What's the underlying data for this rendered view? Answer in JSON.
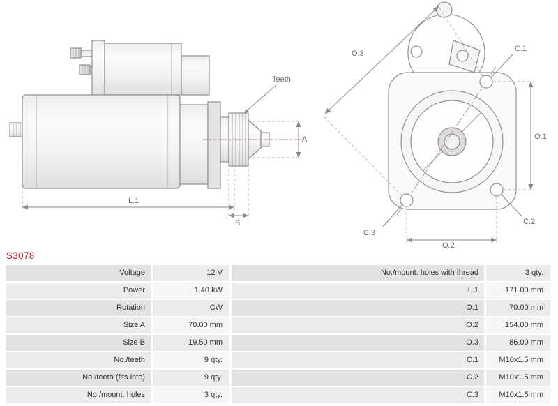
{
  "part_number": "S3078",
  "colors": {
    "accent_red": "#cf2030",
    "drawing_line_gray": "#8f8f8f",
    "dimension_text_gray": "#6a6a6a",
    "row_label_dark": "#e2e2e2",
    "row_value_dark": "#ebebeb",
    "row_label_light": "#ececec",
    "row_value_light": "#f6f6f6"
  },
  "drawing": {
    "labels": {
      "teeth": "Teeth",
      "dim_a": "A",
      "dim_l1": "L.1",
      "dim_b": "B",
      "dim_o1": "O.1",
      "dim_o2": "O.2",
      "dim_o3": "O.3",
      "dim_c1": "C.1",
      "dim_c2": "C.2",
      "dim_c3": "C.3"
    }
  },
  "spec_table": {
    "left": [
      {
        "label": "Voltage",
        "value": "12 V"
      },
      {
        "label": "Power",
        "value": "1.40 kW"
      },
      {
        "label": "Rotation",
        "value": "CW"
      },
      {
        "label": "Size A",
        "value": "70.00 mm"
      },
      {
        "label": "Size B",
        "value": "19.50 mm"
      },
      {
        "label": "No./teeth",
        "value": "9 qty."
      },
      {
        "label": "No./teeth (fits into)",
        "value": "9 qty."
      },
      {
        "label": "No./mount. holes",
        "value": "3 qty."
      }
    ],
    "right": [
      {
        "label": "No./mount. holes with thread",
        "value": "3 qty."
      },
      {
        "label": "L.1",
        "value": "171.00 mm"
      },
      {
        "label": "O.1",
        "value": "70.00 mm"
      },
      {
        "label": "O.2",
        "value": "154.00 mm"
      },
      {
        "label": "O.3",
        "value": "86.00 mm"
      },
      {
        "label": "C.1",
        "value": "M10x1.5 mm"
      },
      {
        "label": "C.2",
        "value": "M10x1.5 mm"
      },
      {
        "label": "C.3",
        "value": "M10x1.5 mm"
      }
    ]
  }
}
